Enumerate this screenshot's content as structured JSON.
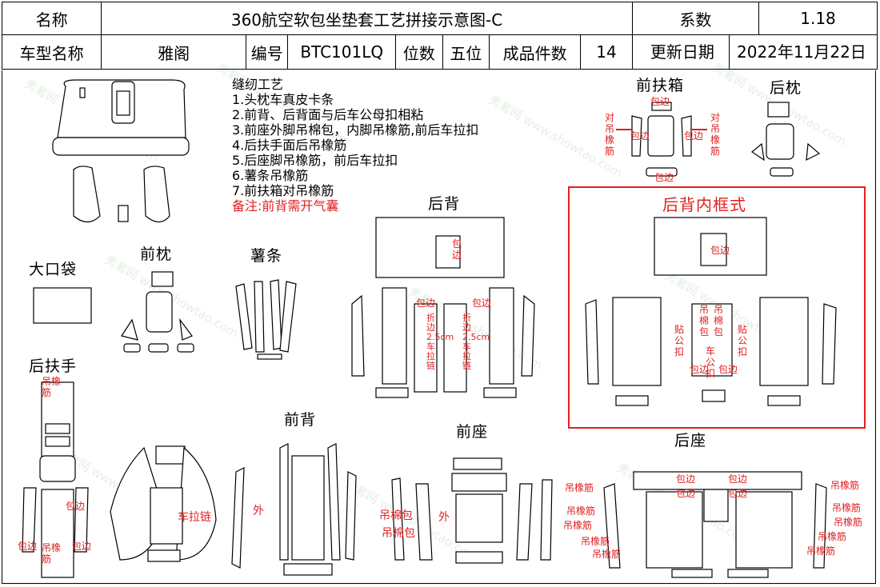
{
  "header": {
    "name_label": "名称",
    "title": "360航空软包坐垫套工艺拼接示意图-C",
    "coef_label": "系数",
    "coef_value": "1.18",
    "model_label": "车型名称",
    "model_value": "雅阁",
    "code_label": "编号",
    "code_value": "BTC101LQ",
    "seats_label": "位数",
    "seats_value": "五位",
    "pieces_label": "成品件数",
    "pieces_value": "14",
    "date_label": "更新日期",
    "date_value": "2022年11月22日"
  },
  "notes": {
    "title": "缝纫工艺",
    "items": [
      "1.头枕车真皮卡条",
      "2.前背、后背面与后车公母扣相粘",
      "3.前座外脚吊棉包，内脚吊橡筋,前后车拉扣",
      "4.后扶手面后吊橡筋",
      "5.后座脚吊橡筋，前后车拉扣",
      "6.薯条吊橡筋",
      "7.前扶箱对吊橡筋"
    ],
    "remark": "备注:前背需开气囊"
  },
  "sections": {
    "front_armbox": "前扶箱",
    "rear_headrest": "后枕",
    "rear_back": "后背",
    "rear_back_inner": "后背内框式",
    "big_pocket": "大口袋",
    "front_headrest": "前枕",
    "fries_strip": "薯条",
    "rear_armrest": "后扶手",
    "front_back": "前背",
    "front_seat": "前座",
    "rear_seat": "后座"
  },
  "annotations": {
    "edge": "包边",
    "hang_elastic": "对吊橡筋",
    "fold_edge": "折边2.5cm车拉链",
    "cotton_elastic": "吊棉包",
    "paste_buckle": "贴公扣",
    "car_buckle": "车公扣",
    "hang_rubber": "吊橡筋",
    "car_zipper": "车拉链",
    "outer": "外",
    "hang_cotton_bag": "吊棉包"
  },
  "watermark": "秀套网 www.showtao.com",
  "colors": {
    "accent": "#e02020",
    "line": "#000000",
    "watermark": "#cfe3cf"
  }
}
